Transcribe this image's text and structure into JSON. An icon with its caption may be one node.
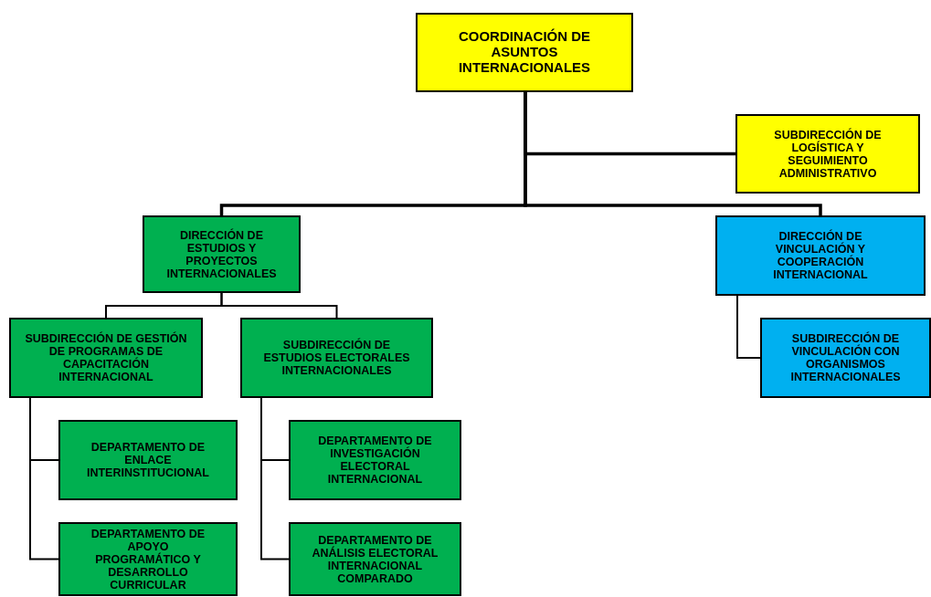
{
  "diagram": {
    "nodes": [
      {
        "text": [
          "COORDINACIÓN DE ASUNTOS INTERNACIONALES"
        ]
      },
      {
        "text": [
          "SUBDIRECCIÓN DE LOGÍSTICA Y SEGUIMIENTO ADMINISTRATIVO"
        ]
      },
      {
        "text": [
          "DIRECCIÓN DE ESTUDIOS Y PROYECTOS INTERNACIONALES"
        ]
      },
      {
        "text": [
          "DIRECCIÓN DE VINCULACIÓN Y COOPERACIÓN INTERNACIONAL"
        ]
      },
      {
        "text": [
          "SUBDIRECCIÓN DE GESTIÓN DE PROGRAMAS DE CAPACITACIÓN INTERNACIONAL"
        ]
      },
      {
        "text": [
          "SUBDIRECCIÓN DE ESTUDIOS ELECTORALES INTERNACIONALES"
        ]
      },
      {
        "text": [
          "SUBDIRECCIÓN DE VINCULACIÓN CON ORGANISMOS INTERNACIONALES"
        ]
      },
      {
        "text": [
          "DEPARTAMENTO DE ENLACE INTERINSTITUCIONAL"
        ]
      },
      {
        "text": [
          "DEPARTAMENTO DE APOYO PROGRAMÁTICO Y DESARROLLO CURRICULAR"
        ]
      },
      {
        "text": [
          "DEPARTAMENTO DE INVESTIGACIÓN ELECTORAL INTERNACIONAL"
        ]
      },
      {
        "text": [
          "DEPARTAMENTO DE ANÁLISIS ELECTORAL INTERNACIONAL COMPARADO"
        ]
      }
    ],
    "edges": [
      {
        "from": 0,
        "to": 1,
        "arrow": "none"
      },
      {
        "from": 0,
        "to": 2,
        "arrow": "none"
      },
      {
        "from": 0,
        "to": 3,
        "arrow": "none"
      },
      {
        "from": 2,
        "to": 4,
        "arrow": "none"
      },
      {
        "from": 2,
        "to": 5,
        "arrow": "none"
      },
      {
        "from": 3,
        "to": 6,
        "arrow": "none"
      },
      {
        "from": 4,
        "to": 7,
        "arrow": "none"
      },
      {
        "from": 4,
        "to": 8,
        "arrow": "none"
      },
      {
        "from": 5,
        "to": 9,
        "arrow": "none"
      },
      {
        "from": 5,
        "to": 10,
        "arrow": "none"
      }
    ]
  }
}
